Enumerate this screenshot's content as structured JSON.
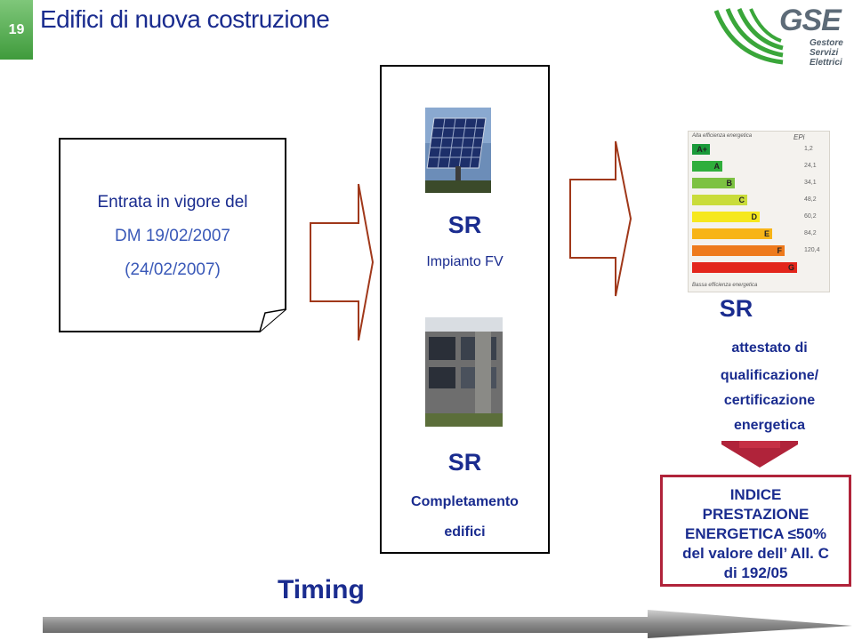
{
  "slide": {
    "number": "19",
    "title": "Edifici di nuova costruzione"
  },
  "logo": {
    "brand": "GSE",
    "line1": "Gestore",
    "line2": "Servizi",
    "line3": "Elettrici"
  },
  "note": {
    "line1": "Entrata in vigore del",
    "line2": "DM 19/02/2007",
    "line3": "(24/02/2007)"
  },
  "center": {
    "top_sr": "SR",
    "top_label": "Impianto FV",
    "bottom_sr": "SR",
    "bottom_label1": "Completamento",
    "bottom_label2": "edifici"
  },
  "right": {
    "sr": "SR",
    "line1": "attestato di",
    "line2": "qualificazione/",
    "line3": "certificazione",
    "line4": "energetica"
  },
  "energy_chart": {
    "header": "Alta efficienza energetica",
    "footer": "Bassa efficienza energetica",
    "unit": "EPi",
    "classes": [
      {
        "label": "A+",
        "color": "#1a9a3a",
        "value": "1,2"
      },
      {
        "label": "A",
        "color": "#2fae3c",
        "value": "24,1"
      },
      {
        "label": "B",
        "color": "#7cc242",
        "value": "34,1"
      },
      {
        "label": "C",
        "color": "#c9dc3a",
        "value": "48,2"
      },
      {
        "label": "D",
        "color": "#f6e81e",
        "value": "60,2"
      },
      {
        "label": "E",
        "color": "#f7b417",
        "value": "84,2"
      },
      {
        "label": "F",
        "color": "#ee7a1c",
        "value": "120,4"
      },
      {
        "label": "G",
        "color": "#e3261c",
        "value": ""
      }
    ]
  },
  "indice": {
    "line1": "INDICE",
    "line2": "PRESTAZIONE",
    "line3": "ENERGETICA ≤50%",
    "line4": "del valore dell’ All. C",
    "line5": "di 192/05"
  },
  "timing": "Timing",
  "colors": {
    "title_blue": "#1a2c8f",
    "arrow_brown": "#a0381a",
    "indice_border": "#b0233a",
    "slide_green": "#4aa646"
  }
}
